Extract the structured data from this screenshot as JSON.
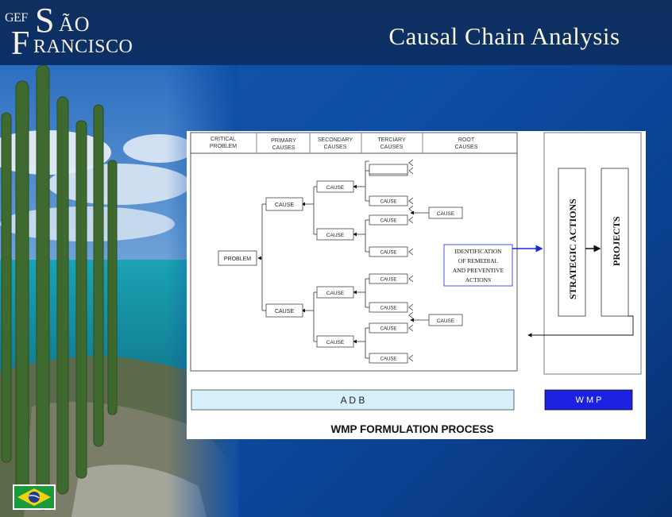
{
  "header": {
    "logo": {
      "gef": "GEF",
      "sao_initial": "S",
      "sao_rest": "ÃO",
      "fr_initial": "F",
      "fr_rest": "RANCISCO"
    },
    "title": "Causal Chain Analysis"
  },
  "diagram": {
    "columns": {
      "critical": [
        "CRITICAL",
        "PROBLEM"
      ],
      "primary": [
        "PRIMARY",
        "CAUSES"
      ],
      "secondary": [
        "SECONDARY",
        "CAUSES"
      ],
      "tertiary": [
        "TERCIARY",
        "CAUSES"
      ],
      "root": [
        "ROOT",
        "CAUSES"
      ]
    },
    "problem": "PROBLEM",
    "cause": "CAUSE",
    "identification": [
      "IDENTIFICATION",
      "OF REMEDIAL",
      "AND PREVENTIVE",
      "ACTIONS"
    ],
    "strategic_actions": "STRATEGIC ACTIONS",
    "projects": "PROJECTS",
    "adb": "A D B",
    "wmp": "W M P",
    "caption": "WMP FORMULATION PROCESS",
    "colors": {
      "adb_fill": "#d6f1fb",
      "wmp_fill": "#1a22e0",
      "arrow_blue": "#1a2ad8"
    }
  }
}
